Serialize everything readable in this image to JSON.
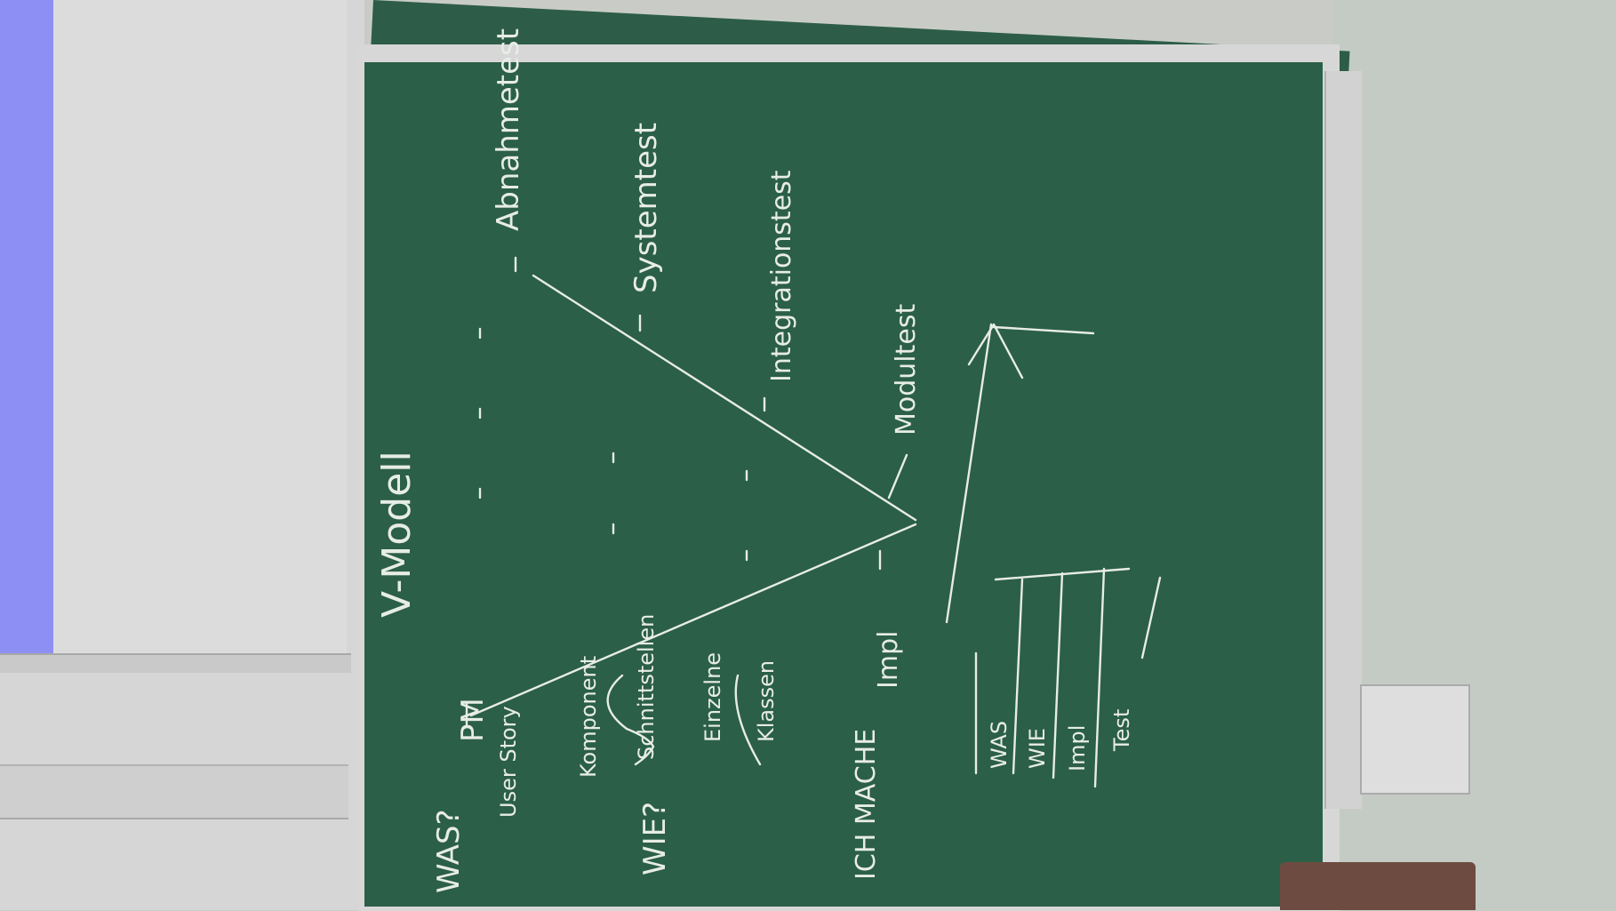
{
  "board": {
    "title": "V-Modell",
    "was_label": "WAS?",
    "pm_label": "PM",
    "user_story": "User Story",
    "wie_label": "WIE?",
    "komponent": "Komponent",
    "schnittstellen": "Schnittstellen",
    "einzelne": "Einzelne",
    "klassen": "Klassen",
    "ich_mache": "ICH MACHE",
    "impl": "Impl",
    "modultest": "Modultest",
    "integrationstest": "Integrationstest",
    "systemtest": "Systemtest",
    "abnahmetest": "Abnahmetest",
    "table_rows": [
      "WAS",
      "WIE",
      "Impl",
      "Test"
    ]
  },
  "colors": {
    "chalkboard": "#2b5f47",
    "chalk": "#e7ece6"
  }
}
